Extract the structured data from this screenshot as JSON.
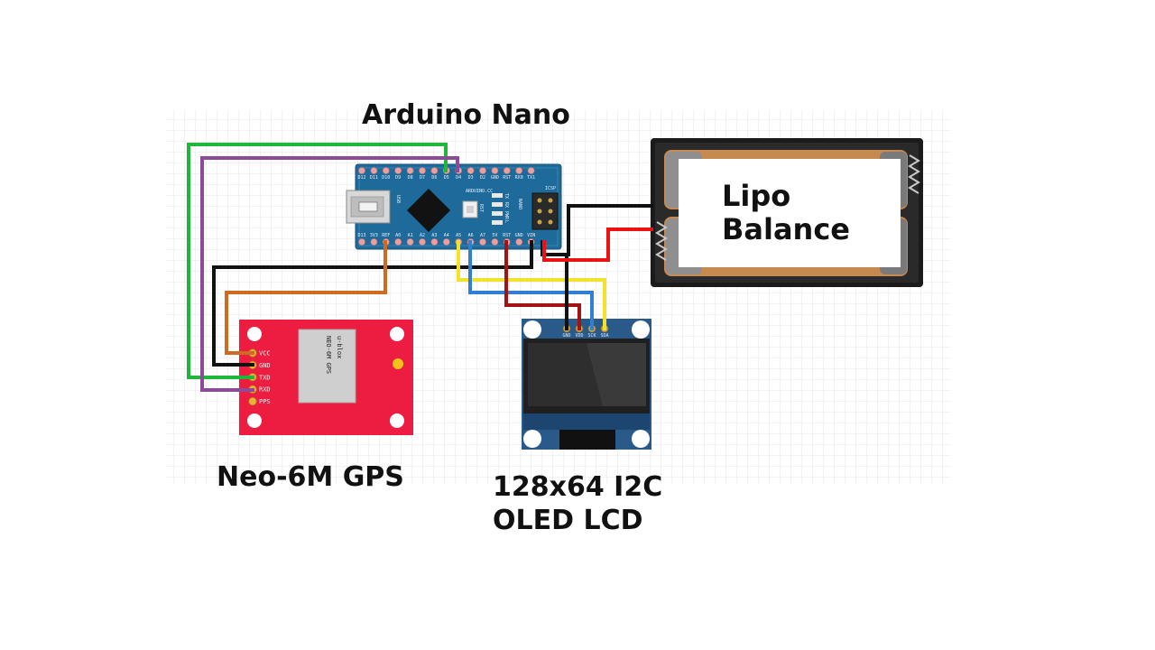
{
  "labels": {
    "arduino": "Arduino Nano",
    "gps": "Neo-6M GPS",
    "oled_line1": "128x64 I2C",
    "oled_line2": "OLED LCD",
    "battery_line1": "Lipo",
    "battery_line2": "Balance"
  },
  "arduino": {
    "top_pins": [
      "D12",
      "D11",
      "D10",
      "D9",
      "D8",
      "D7",
      "D6",
      "D5",
      "D4",
      "D3",
      "D2",
      "GND",
      "RST",
      "RX0",
      "TX1"
    ],
    "bottom_pins": [
      "D13",
      "3V3",
      "REF",
      "A0",
      "A1",
      "A2",
      "A3",
      "A4",
      "A5",
      "A6",
      "A7",
      "5V",
      "RST",
      "GND",
      "VIN"
    ],
    "board_marks": [
      "USB",
      "ARDUINO.CC",
      "NANO",
      "ICSP",
      "RST",
      "TX",
      "RX",
      "PWR",
      "L"
    ]
  },
  "gps": {
    "pins": [
      "VCC",
      "GND",
      "TXD",
      "RXD",
      "PPS"
    ],
    "chip_line1": "u-blox",
    "chip_line2": "NEO-6M GPS"
  },
  "oled": {
    "pins": [
      "GND",
      "VDD",
      "SCK",
      "SDA"
    ]
  },
  "colors": {
    "green_wire": "#1fb73a",
    "purple_wire": "#8e4a99",
    "black_wire": "#111111",
    "orange_wire": "#d06a20",
    "yellow_wire": "#f2e32a",
    "blue_wire": "#2f7fd3",
    "darkred_wire": "#a51212",
    "red_wire": "#ee1111",
    "nano_board": "#1e6a9a",
    "gps_board": "#ec1d40",
    "oled_board": "#2a5a8a"
  }
}
